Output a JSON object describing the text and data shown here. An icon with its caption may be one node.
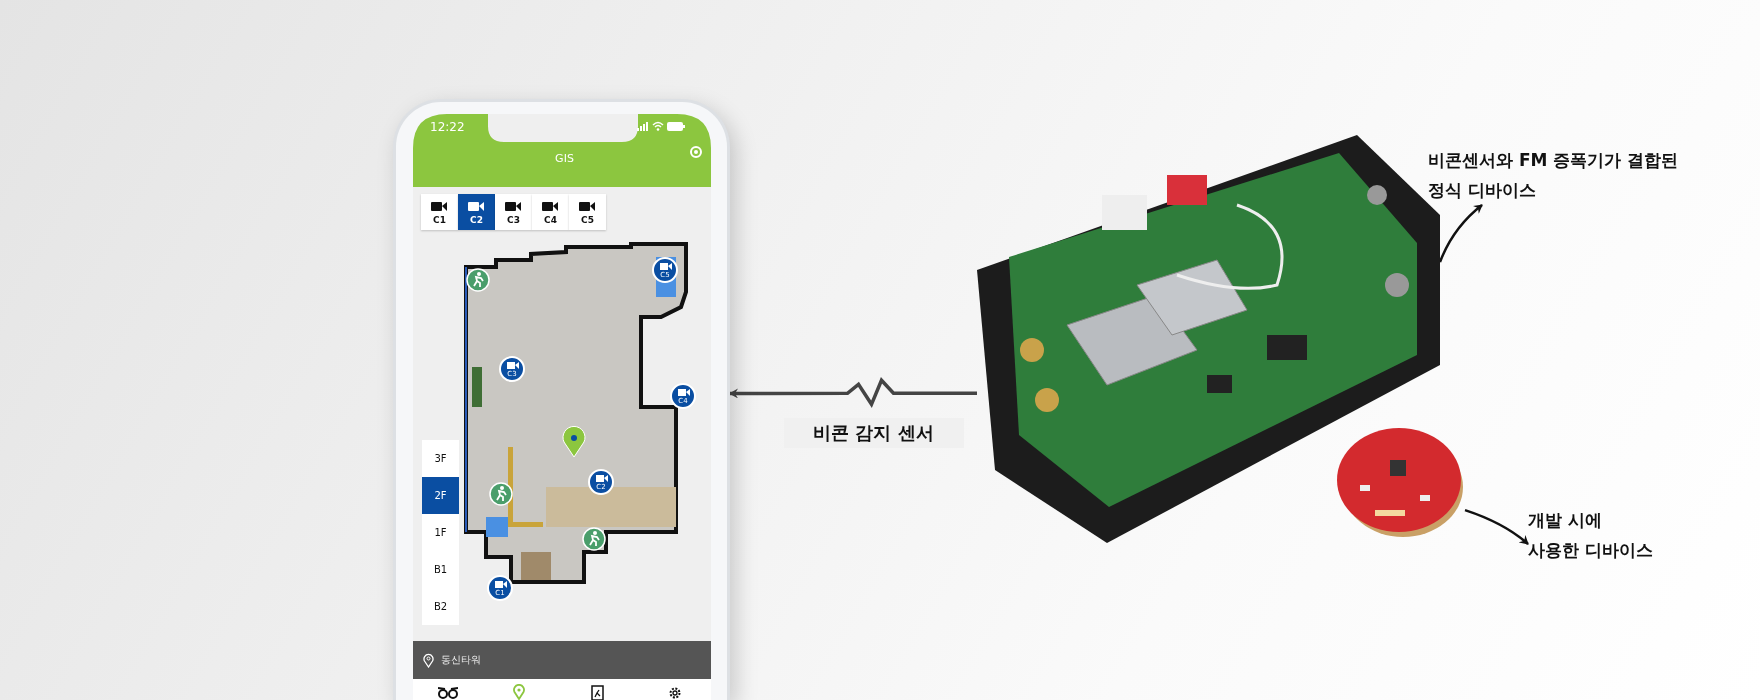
{
  "diagram": {
    "nodes": [
      {
        "text": [],
        "shape": "picture"
      },
      {
        "text": [],
        "shape": "picture"
      },
      {
        "text": [],
        "shape": "picture"
      },
      {
        "text": [
          "비콘센서와 FM 증폭기가 결합된 정식 디바이스"
        ]
      },
      {
        "text": [
          "개발 시에 사용한 디바이스"
        ]
      }
    ],
    "edges": [
      {
        "from": 1,
        "to": 0,
        "arrow": "to",
        "label": "비콘 감지 센서"
      },
      {
        "from": 1,
        "to": 3,
        "arrow": "to"
      },
      {
        "from": 2,
        "to": 4,
        "arrow": "to"
      }
    ],
    "labels": [
      "12:22",
      "GIS",
      "C1",
      "C2",
      "C3",
      "C4",
      "C5",
      "C5",
      "C3",
      "C4",
      "3F",
      "2F",
      "C2",
      "1F",
      "B1",
      "C1",
      "B2",
      "동신타워"
    ]
  }
}
